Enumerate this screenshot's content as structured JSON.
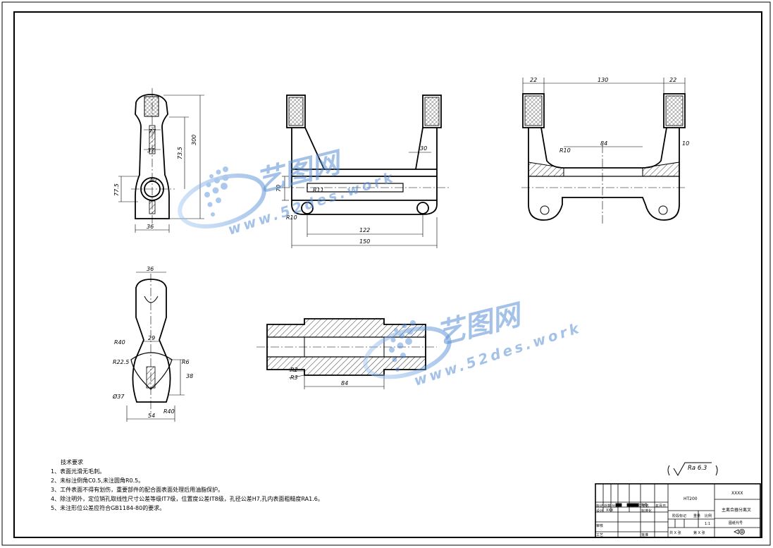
{
  "watermark": {
    "brand": "艺图网",
    "url": "www.52des.work"
  },
  "roughness": {
    "symbol": "Ra 6.3"
  },
  "tech_requirements": {
    "title": "技术要求",
    "items": [
      "1、表面光滑无毛刺。",
      "2、未标注倒角C0.5,未注圆角R0.5。",
      "3、工件表面不得有划伤，重要部件的配合面表面处理后用油脂保护。",
      "4、除注明外，定位销孔取线性尺寸公差等级IT7级，位置度公差IT8级，孔径公差H7,孔内表面粗糙度RA1.6。",
      "5、未注形位公差应符合GB1184-80的要求。"
    ]
  },
  "title_block": {
    "material": "HT200",
    "company": "XXXX",
    "part_name": "主离合器分离叉",
    "drawing_no": "图纸代号",
    "scale": "1:1",
    "labels": {
      "stage_mark": "阶段标记",
      "weight": "重量",
      "ratio": "比例",
      "sheet_total": "共 X 张",
      "sheet_no": "第 X 张",
      "mark": "标记",
      "count": "处数",
      "zone": "分区",
      "change_doc": "更改文件号",
      "sign": "签名",
      "date": "年月日",
      "design": "设计",
      "standardize": "标准化",
      "review": "审核",
      "process": "工艺",
      "approve": "批准"
    },
    "designer": "XXX"
  },
  "dimensions": {
    "v1": [
      "36",
      "300",
      "77",
      "37",
      "73.5",
      "77.5",
      "40"
    ],
    "v2": [
      "30",
      "R11",
      "R10",
      "122",
      "150",
      "70"
    ],
    "v3": [
      "22",
      "130",
      "22",
      "R10",
      "84",
      "10"
    ],
    "v4": [
      "36",
      "29",
      "R40",
      "R22.5",
      "R6",
      "R40",
      "38",
      "54",
      "Ø37"
    ],
    "v5": [
      "R2",
      "R3",
      "84"
    ]
  }
}
